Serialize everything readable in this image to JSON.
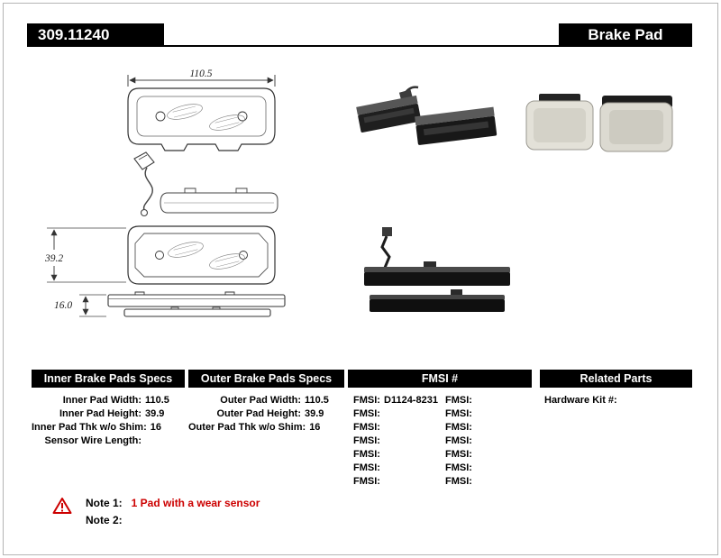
{
  "header": {
    "part_number": "309.11240",
    "title": "Brake Pad"
  },
  "diagram": {
    "width_dim": "110.5",
    "height_dim": "39.2",
    "thickness_dim": "16.0"
  },
  "tables": {
    "inner": {
      "title": "Inner Brake Pads Specs",
      "rows": [
        {
          "label": "Inner Pad Width:",
          "value": "110.5"
        },
        {
          "label": "Inner Pad Height:",
          "value": "39.9"
        },
        {
          "label": "Inner Pad Thk w/o Shim:",
          "value": "16"
        },
        {
          "label": "Sensor Wire Length:",
          "value": ""
        }
      ]
    },
    "outer": {
      "title": "Outer Brake Pads Specs",
      "rows": [
        {
          "label": "Outer Pad Width:",
          "value": "110.5"
        },
        {
          "label": "Outer Pad Height:",
          "value": "39.9"
        },
        {
          "label": "Outer Pad Thk w/o Shim:",
          "value": "16"
        }
      ]
    },
    "fmsi": {
      "title": "FMSI #",
      "left_rows": [
        {
          "label": "FMSI:",
          "value": "D1124-8231"
        },
        {
          "label": "FMSI:",
          "value": ""
        },
        {
          "label": "FMSI:",
          "value": ""
        },
        {
          "label": "FMSI:",
          "value": ""
        },
        {
          "label": "FMSI:",
          "value": ""
        },
        {
          "label": "FMSI:",
          "value": ""
        },
        {
          "label": "FMSI:",
          "value": ""
        }
      ],
      "right_rows": [
        {
          "label": "FMSI:",
          "value": ""
        },
        {
          "label": "FMSI:",
          "value": ""
        },
        {
          "label": "FMSI:",
          "value": ""
        },
        {
          "label": "FMSI:",
          "value": ""
        },
        {
          "label": "FMSI:",
          "value": ""
        },
        {
          "label": "FMSI:",
          "value": ""
        },
        {
          "label": "FMSI:",
          "value": ""
        }
      ]
    },
    "related": {
      "title": "Related Parts",
      "rows": [
        {
          "label": "Hardware Kit #:",
          "value": ""
        }
      ]
    }
  },
  "notes": {
    "note1_label": "Note 1:",
    "note1_text": "1 Pad with a wear sensor",
    "note2_label": "Note 2:",
    "note2_text": ""
  },
  "colors": {
    "accent_red": "#cc0000",
    "header_bg": "#000000"
  }
}
